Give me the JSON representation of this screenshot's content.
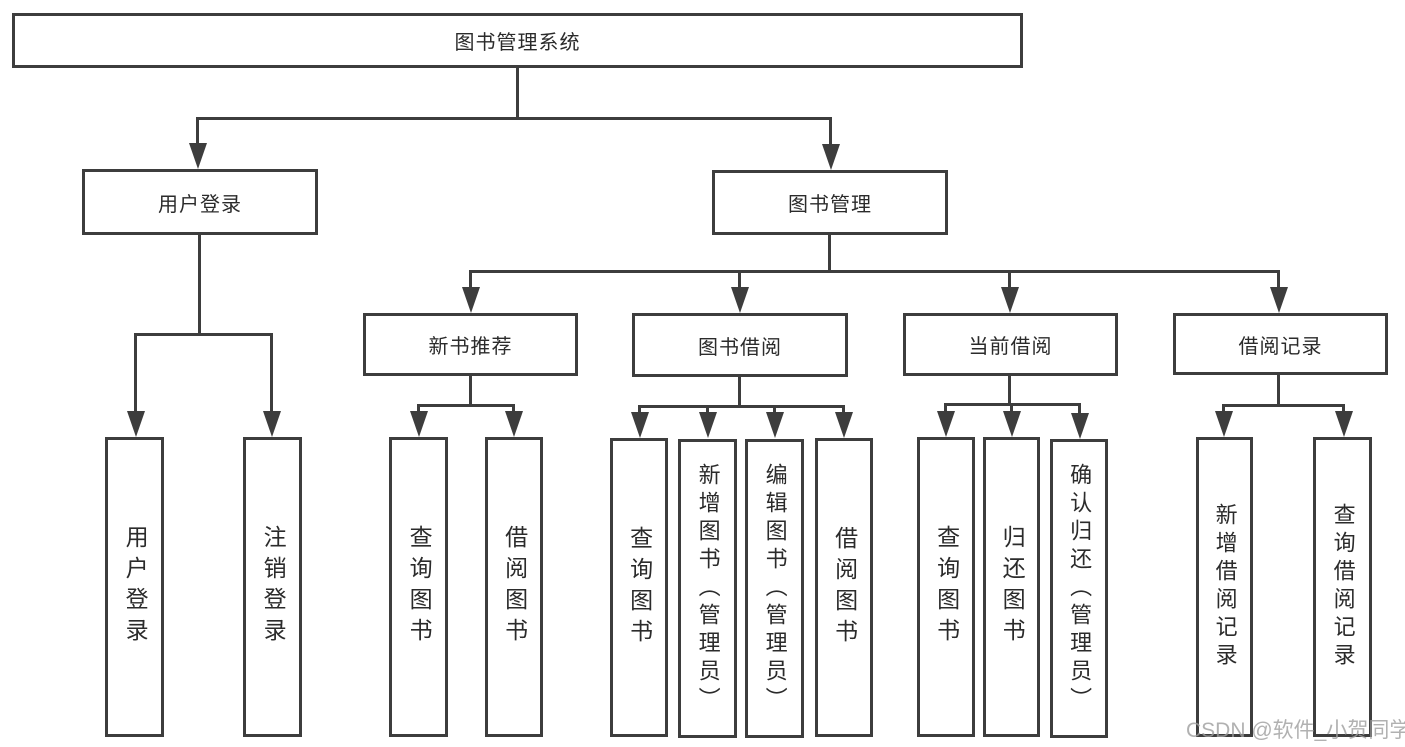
{
  "diagram": {
    "root": {
      "label": "图书管理系统"
    },
    "level2": [
      {
        "label": "用户登录"
      },
      {
        "label": "图书管理"
      }
    ],
    "level3": [
      {
        "label": "新书推荐"
      },
      {
        "label": "图书借阅"
      },
      {
        "label": "当前借阅"
      },
      {
        "label": "借阅记录"
      }
    ],
    "leaves": {
      "user_login": [
        "用户登录",
        "注销登录"
      ],
      "new_books": [
        "查询图书",
        "借阅图书"
      ],
      "book_borrow": [
        "查询图书",
        "新增图书（管理员）",
        "编辑图书（管理员）",
        "借阅图书"
      ],
      "current_borrow": [
        "查询图书",
        "归还图书",
        "确认归还（管理员）"
      ],
      "borrow_records": [
        "新增借阅记录",
        "查询借阅记录"
      ]
    }
  },
  "watermark": {
    "text": "CSDN @软件_小贺同学"
  },
  "colors": {
    "line": "#3d3d3d",
    "text": "#2b2b2b",
    "background": "#ffffff",
    "watermark": "#9e9e9e"
  }
}
